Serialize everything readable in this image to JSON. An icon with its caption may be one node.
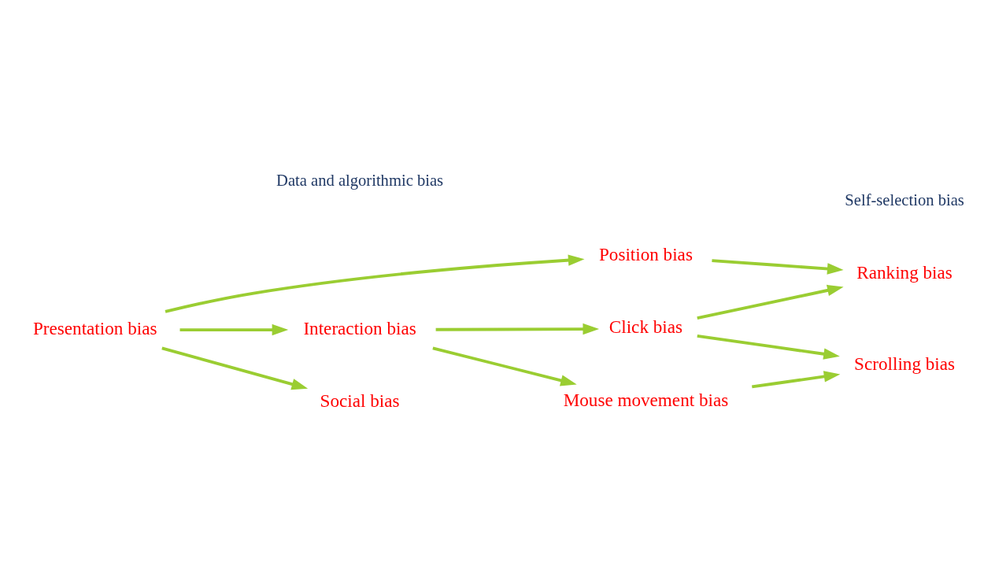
{
  "diagram": {
    "nodes": [
      {
        "text": [
          "Presentation bias"
        ]
      },
      {
        "text": [
          "Position bias"
        ]
      },
      {
        "text": [
          "Interaction bias"
        ]
      },
      {
        "text": [
          "Social bias"
        ]
      },
      {
        "text": [
          "Ranking bias"
        ]
      },
      {
        "text": [
          "Click bias"
        ]
      },
      {
        "text": [
          "Mouse movement bias"
        ]
      },
      {
        "text": [
          "Scrolling bias"
        ]
      }
    ],
    "edges": [
      {
        "from": 0,
        "to": 1,
        "arrow": "to"
      },
      {
        "from": 0,
        "to": 2,
        "arrow": "to"
      },
      {
        "from": 0,
        "to": 3,
        "arrow": "to"
      },
      {
        "from": 1,
        "to": 4,
        "arrow": "to"
      },
      {
        "from": 2,
        "to": 5,
        "arrow": "to"
      },
      {
        "from": 2,
        "to": 6,
        "arrow": "to"
      },
      {
        "from": 5,
        "to": 4,
        "arrow": "to"
      },
      {
        "from": 5,
        "to": 7,
        "arrow": "to"
      },
      {
        "from": 6,
        "to": 7,
        "arrow": "to"
      }
    ],
    "labels": [
      "Data and algorithmic bias",
      "Self-selection bias"
    ]
  }
}
